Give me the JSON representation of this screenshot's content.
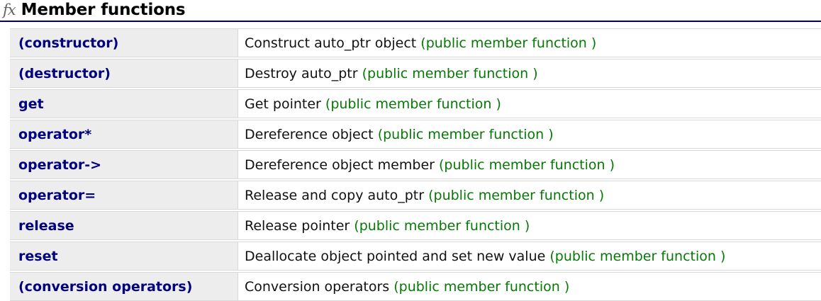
{
  "header": {
    "icon": "fx-icon",
    "icon_text": "fx",
    "title": "Member functions",
    "rule_color": "#000080"
  },
  "colors": {
    "name_text": "#000080",
    "kind_text": "#067806",
    "desc_text": "#111111",
    "name_cell_bg": "#ededed",
    "row_border": "#d9d9d9"
  },
  "table": {
    "rows": [
      {
        "name": "(constructor)",
        "description": "Construct auto_ptr object",
        "kind": "(public member function )"
      },
      {
        "name": "(destructor)",
        "description": "Destroy auto_ptr",
        "kind": "(public member function )"
      },
      {
        "name": "get",
        "description": "Get pointer",
        "kind": "(public member function )"
      },
      {
        "name": "operator*",
        "description": "Dereference object",
        "kind": "(public member function )"
      },
      {
        "name": "operator->",
        "description": "Dereference object member",
        "kind": "(public member function )"
      },
      {
        "name": "operator=",
        "description": "Release and copy auto_ptr",
        "kind": "(public member function )"
      },
      {
        "name": "release",
        "description": "Release pointer",
        "kind": "(public member function )"
      },
      {
        "name": "reset",
        "description": "Deallocate object pointed and set new value",
        "kind": "(public member function )"
      },
      {
        "name": "(conversion operators)",
        "description": "Conversion operators",
        "kind": "(public member function )"
      }
    ]
  }
}
